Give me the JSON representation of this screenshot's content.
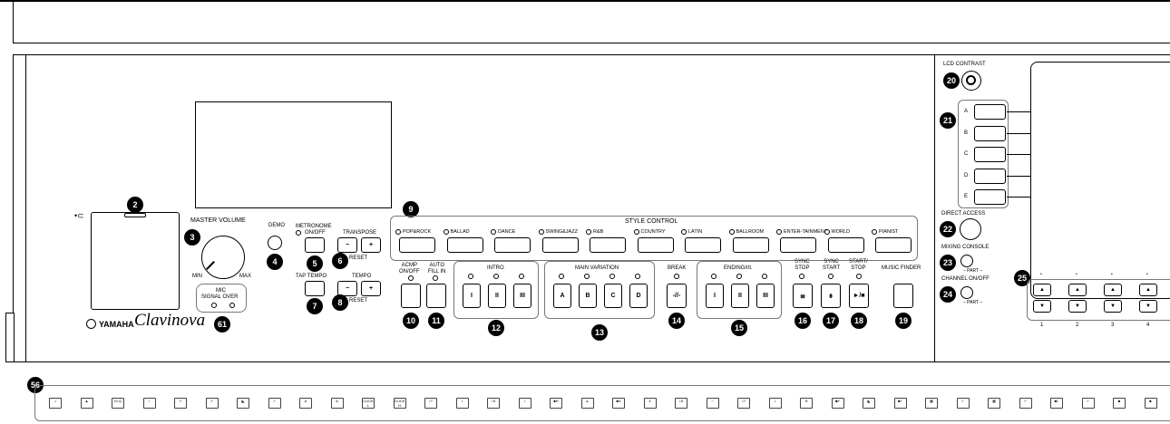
{
  "callouts": {
    "n2": "2",
    "n3": "3",
    "n4": "4",
    "n5": "5",
    "n6": "6",
    "n7": "7",
    "n8": "8",
    "n9": "9",
    "n10": "10",
    "n11": "11",
    "n12": "12",
    "n13": "13",
    "n14": "14",
    "n15": "15",
    "n16": "16",
    "n17": "17",
    "n18": "18",
    "n19": "19",
    "n20": "20",
    "n21": "21",
    "n22": "22",
    "n23": "23",
    "n24": "24",
    "n25": "25",
    "n56": "56",
    "n61": "61"
  },
  "usb_symbol": "•⊂",
  "brand": {
    "yamaha": "YAMAHA",
    "clavinova": "Clavinova"
  },
  "volume": {
    "title": "MASTER VOLUME",
    "min": "MIN",
    "max": "MAX"
  },
  "demo": "DEMO",
  "mic": {
    "line1": "MIC",
    "line2": "SIGNAL  OVER"
  },
  "metronome": {
    "title": "METRONOME",
    "onoff": "ON/OFF"
  },
  "transpose": {
    "title": "TRANSPOSE",
    "minus": "−",
    "plus": "+",
    "reset": "RESET"
  },
  "tap_tempo": "TAP TEMPO",
  "tempo": {
    "title": "TEMPO",
    "minus": "−",
    "plus": "+",
    "reset": "RESET"
  },
  "style_control": {
    "title": "STYLE CONTROL",
    "items": [
      "POP&ROCK",
      "BALLAD",
      "DANCE",
      "SWING&JAZZ",
      "R&B",
      "COUNTRY",
      "LATIN",
      "BALLROOM",
      "ENTER-TAINMENT",
      "WORLD",
      "PIANIST"
    ]
  },
  "acmp": {
    "line1": "ACMP",
    "line2": "ON/OFF"
  },
  "autofill": {
    "line1": "AUTO",
    "line2": "FILL IN"
  },
  "intro": {
    "title": "INTRO",
    "buttons": [
      "I",
      "II",
      "III"
    ]
  },
  "main_variation": {
    "title": "MAIN VARIATION",
    "buttons": [
      "A",
      "B",
      "C",
      "D"
    ]
  },
  "break_label": "BREAK",
  "break_symbol": "-//-",
  "ending": {
    "title": "ENDING/rit.",
    "buttons": [
      "I",
      "II",
      "III"
    ]
  },
  "sync_stop": {
    "line1": "SYNC",
    "line2": "STOP",
    "symbol": "≣"
  },
  "sync_start": {
    "line1": "SYNC",
    "line2": "START",
    "symbol": "⇟"
  },
  "start_stop": {
    "line1": "START/",
    "line2": "STOP",
    "symbol": "►/■"
  },
  "music_finder": "MUSIC FINDER",
  "lcd_contrast": "LCD CONTRAST",
  "lcd_buttons": [
    "A",
    "B",
    "C",
    "D",
    "E"
  ],
  "direct_access": "DIRECT ACCESS",
  "mixing_console": "MIXING CONSOLE",
  "channel_onoff": "CHANNEL ON/OFF",
  "part": "– PART –",
  "column_numbers": [
    "1",
    "2",
    "3",
    "4"
  ],
  "up_symbol": "▲",
  "down_symbol": "▼",
  "strip_icons": [
    "♪",
    "▲",
    "III Q",
    "⁄",
    "≡",
    "≡",
    "◣",
    "⌐",
    "A",
    "A",
    "CLICK L",
    "CLICK H",
    "♪T",
    "♪",
    "♪S",
    "♪",
    "■R",
    "∠",
    "■S",
    "X",
    "♪S",
    "~",
    "♪T",
    "♪",
    "≋",
    "■F",
    "◣",
    "■T",
    "▦",
    "⌐",
    "▦",
    "⌐",
    "■L",
    "⌐",
    "■",
    "■"
  ]
}
